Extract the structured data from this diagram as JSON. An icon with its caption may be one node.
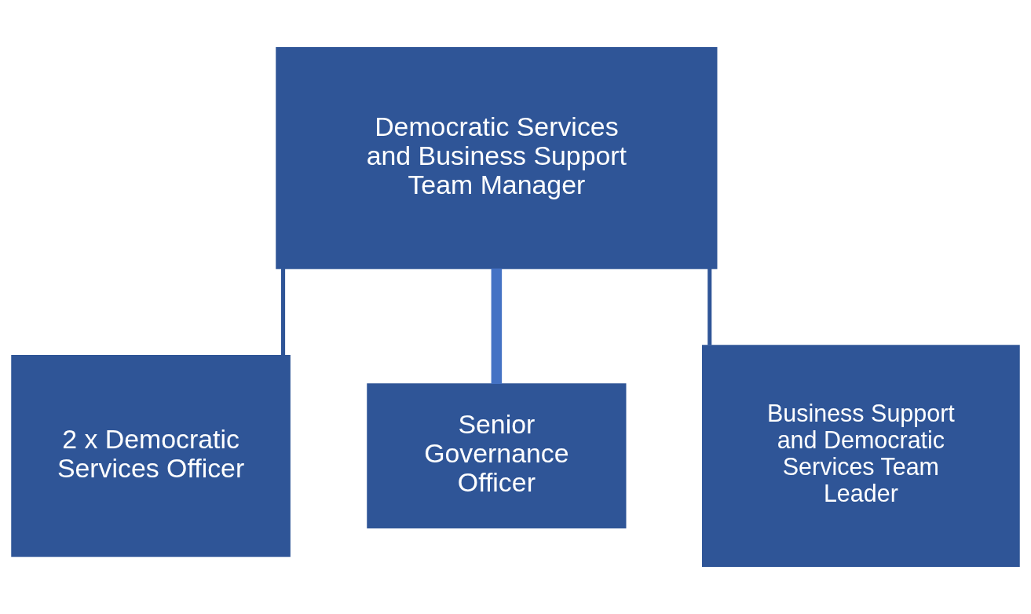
{
  "diagram": {
    "nodes": [
      {
        "text": [
          "Democratic Services and Business Support Team Manager"
        ]
      },
      {
        "text": [
          "2 x Democratic Services Officer"
        ]
      },
      {
        "text": [
          "Senior Governance Officer"
        ]
      },
      {
        "text": [
          "Business Support and Democratic Services Team Leader"
        ]
      }
    ],
    "edges": [
      {
        "from": 0,
        "to": 1,
        "arrow": "none"
      },
      {
        "from": 0,
        "to": 2,
        "arrow": "none",
        "style": "thick",
        "color": "#4472c4"
      },
      {
        "from": 0,
        "to": 3,
        "arrow": "none"
      }
    ]
  }
}
